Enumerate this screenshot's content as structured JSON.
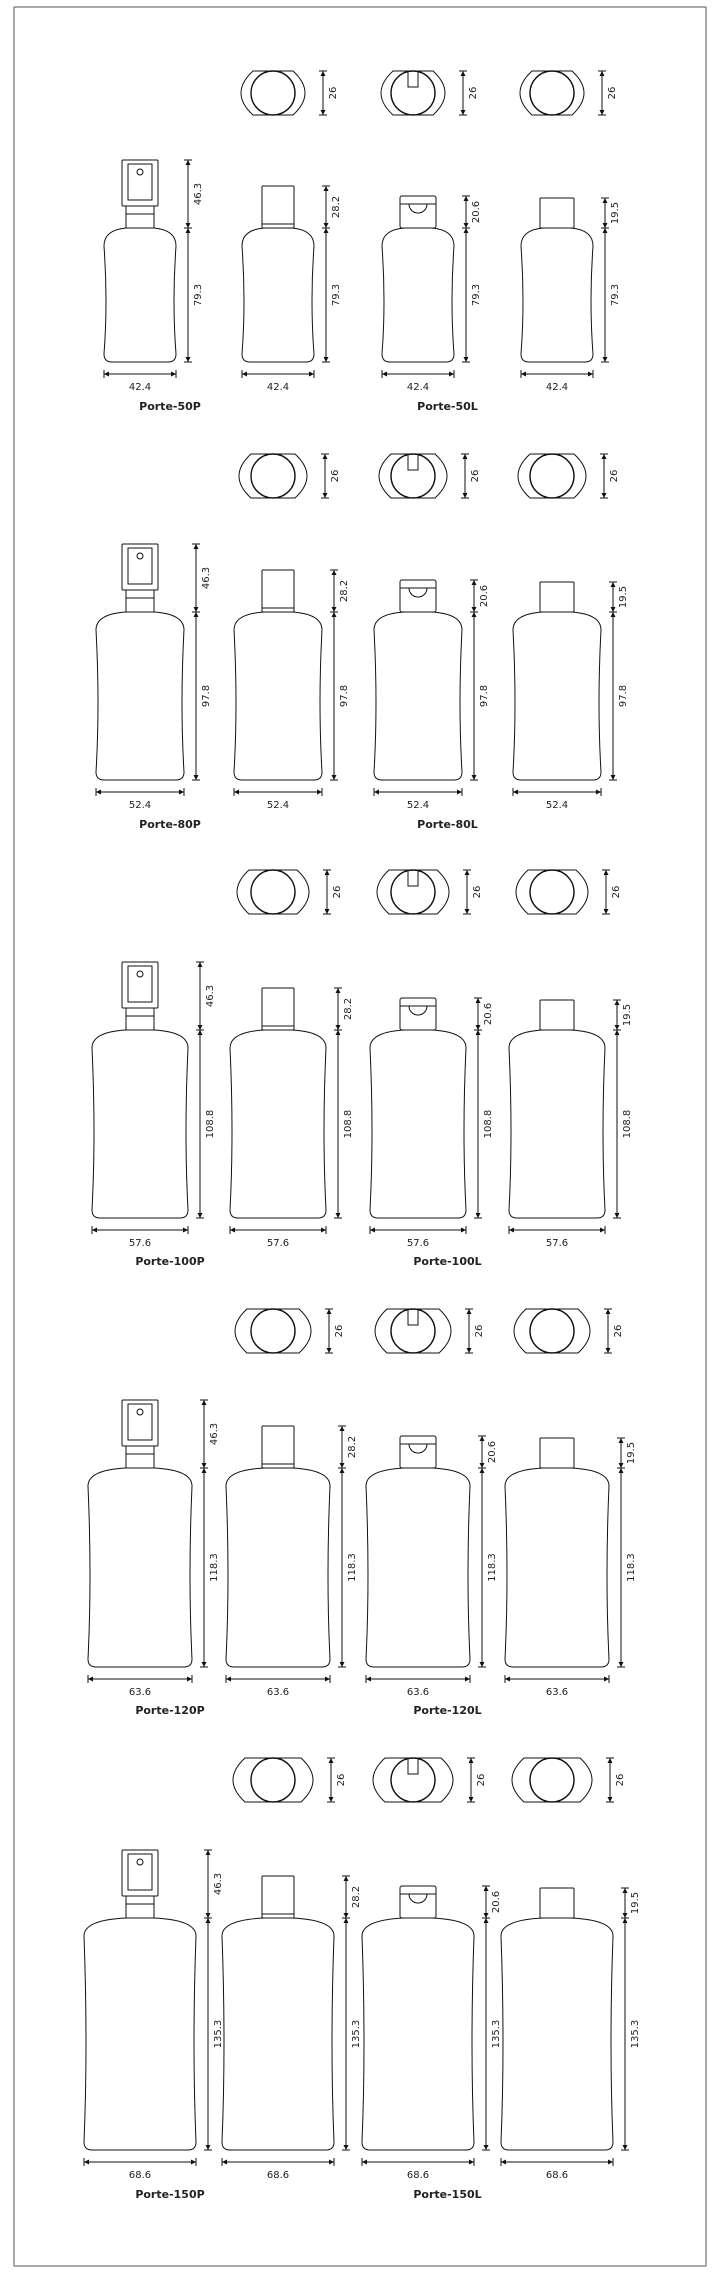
{
  "sections": [
    {
      "neck_label": "26",
      "pump_height": "46.3",
      "screw_cap_height": "28.2",
      "flip_cap_height": "20.6",
      "disc_cap_height": "19.5",
      "body_height": "79.3",
      "width": "42.4",
      "pump_model": "Porte-50P",
      "lotion_model": "Porte-50L"
    },
    {
      "neck_label": "26",
      "pump_height": "46.3",
      "screw_cap_height": "28.2",
      "flip_cap_height": "20.6",
      "disc_cap_height": "19.5",
      "body_height": "97.8",
      "width": "52.4",
      "pump_model": "Porte-80P",
      "lotion_model": "Porte-80L"
    },
    {
      "neck_label": "26",
      "pump_height": "46.3",
      "screw_cap_height": "28.2",
      "flip_cap_height": "20.6",
      "disc_cap_height": "19.5",
      "body_height": "108.8",
      "width": "57.6",
      "pump_model": "Porte-100P",
      "lotion_model": "Porte-100L"
    },
    {
      "neck_label": "26",
      "pump_height": "46.3",
      "screw_cap_height": "28.2",
      "flip_cap_height": "20.6",
      "disc_cap_height": "19.5",
      "body_height": "118.3",
      "width": "63.6",
      "pump_model": "Porte-120P",
      "lotion_model": "Porte-120L"
    },
    {
      "neck_label": "26",
      "pump_height": "46.3",
      "screw_cap_height": "28.2",
      "flip_cap_height": "20.6",
      "disc_cap_height": "19.5",
      "body_height": "135.3",
      "width": "68.6",
      "pump_model": "Porte-150P",
      "lotion_model": "Porte-150L"
    }
  ]
}
